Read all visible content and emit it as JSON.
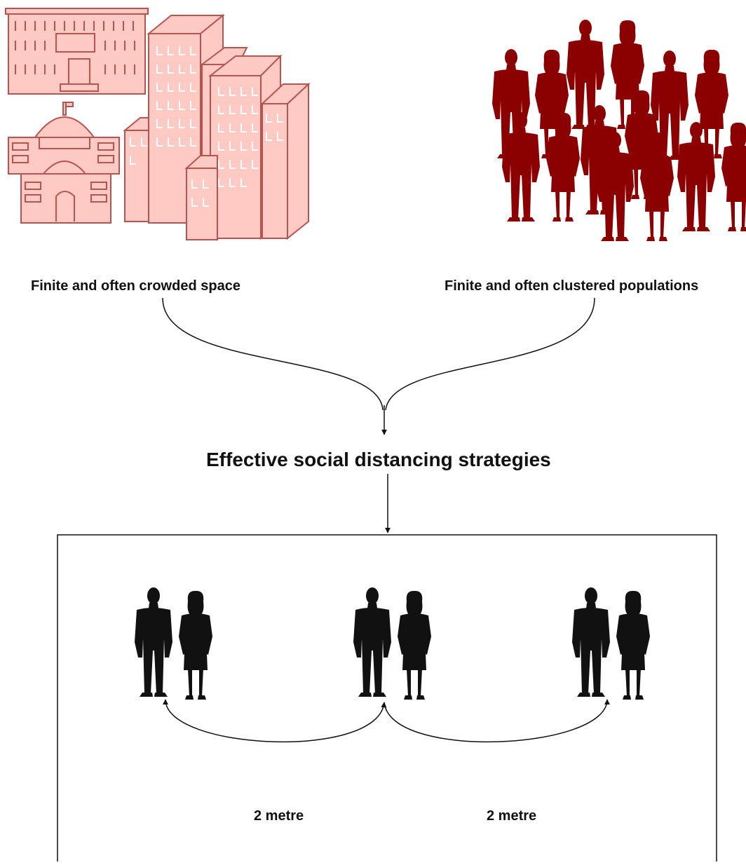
{
  "labels": {
    "crowded_space": "Finite and often crowded space",
    "clustered_populations": "Finite and often clustered populations",
    "strategies": "Effective social distancing strategies",
    "distance_left": "2 metre",
    "distance_right": "2 metre"
  },
  "colors": {
    "building_fill": "#ffc9c4",
    "building_stroke": "#b85450",
    "crowd_fill": "#8b0000",
    "pair_fill": "#111111",
    "line": "#111111",
    "background": "#ffffff"
  },
  "icons": {
    "buildings": "city-buildings-icon",
    "crowd": "business-crowd-icon",
    "pair": "business-couple-icon"
  }
}
